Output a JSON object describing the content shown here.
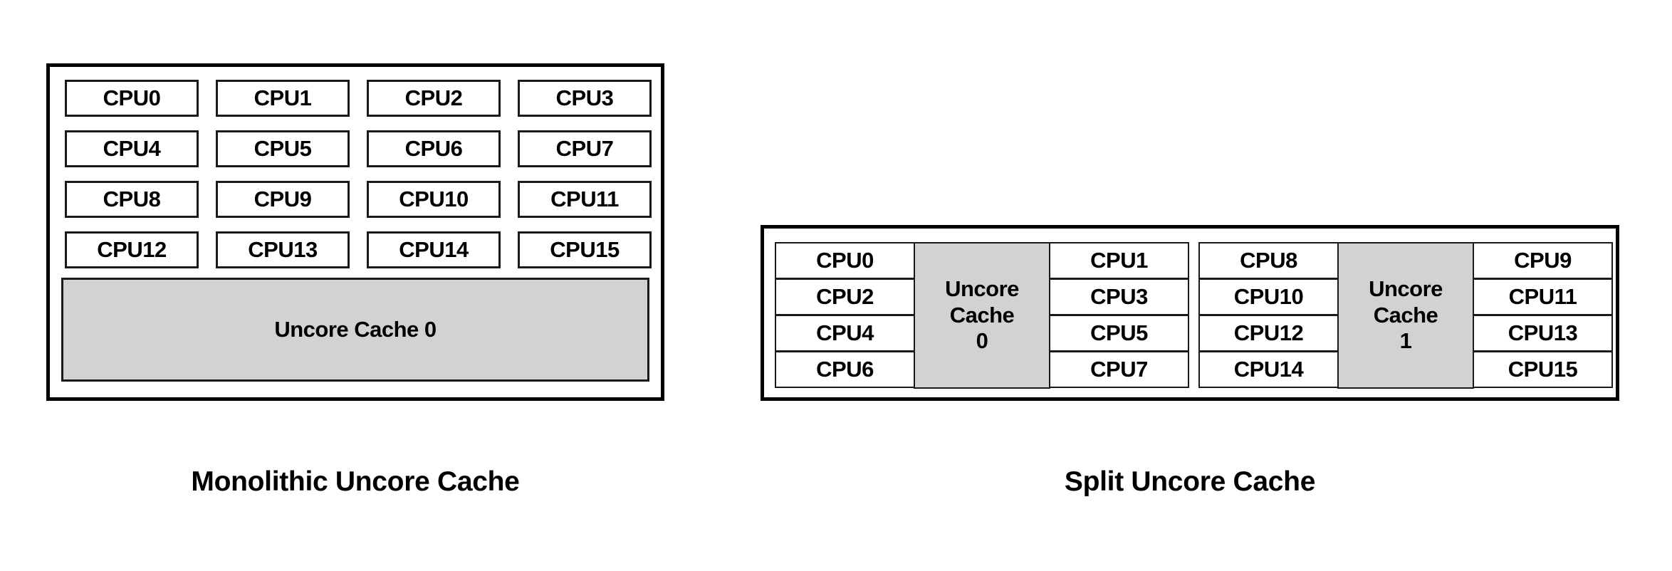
{
  "figures": [
    {
      "id": "monolithic",
      "caption": "Monolithic Uncore Cache",
      "layout": "grid-4x4-plus-wide-cache",
      "cpus": [
        "CPU0",
        "CPU1",
        "CPU2",
        "CPU3",
        "CPU4",
        "CPU5",
        "CPU6",
        "CPU7",
        "CPU8",
        "CPU9",
        "CPU10",
        "CPU11",
        "CPU12",
        "CPU13",
        "CPU14",
        "CPU15"
      ],
      "caches": [
        {
          "label": "Uncore Cache 0",
          "lines": [
            "Uncore Cache 0"
          ]
        }
      ]
    },
    {
      "id": "split",
      "caption": "Split Uncore Cache",
      "layout": "two-clusters-cache-in-middle",
      "clusters": [
        {
          "id": "cluster-0",
          "left_column": [
            "CPU0",
            "CPU2",
            "CPU4",
            "CPU6"
          ],
          "cache": {
            "label": "Uncore Cache 0",
            "lines": [
              "Uncore",
              "Cache",
              "0"
            ]
          },
          "right_column": [
            "CPU1",
            "CPU3",
            "CPU5",
            "CPU7"
          ]
        },
        {
          "id": "cluster-1",
          "left_column": [
            "CPU8",
            "CPU10",
            "CPU12",
            "CPU14"
          ],
          "cache": {
            "label": "Uncore Cache 1",
            "lines": [
              "Uncore",
              "Cache",
              "1"
            ]
          },
          "right_column": [
            "CPU9",
            "CPU11",
            "CPU13",
            "CPU15"
          ]
        }
      ]
    }
  ],
  "colors": {
    "background": "#ffffff",
    "cache_fill": "#d2d2d2",
    "cpu_fill": "#ffffff",
    "stroke": "#1a1a1a",
    "frame_stroke": "#000000",
    "text": "#000000"
  }
}
